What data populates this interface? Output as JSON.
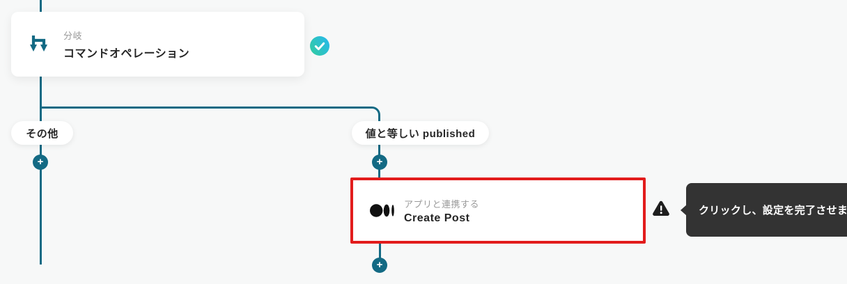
{
  "colors": {
    "background": "#f7f8f8",
    "connector": "#136a84",
    "alert_border": "#e21c1c",
    "tooltip_bg": "#333333",
    "check_gradient_start": "#31cba4",
    "check_gradient_end": "#29b9e8",
    "warning_fill": "#1e1e1e",
    "app_icon_fill": "#111111"
  },
  "branch_node": {
    "type_label": "分岐",
    "title": "コマンドオペレーション",
    "status": "completed"
  },
  "branches": {
    "left_label": "その他",
    "right_label": "値と等しい published"
  },
  "app_node": {
    "type_label": "アプリと連携する",
    "title": "Create Post",
    "app_name": "Medium"
  },
  "tooltip": {
    "text": "クリックし、設定を完了させましょう"
  },
  "icons": {
    "add_label": "+"
  }
}
